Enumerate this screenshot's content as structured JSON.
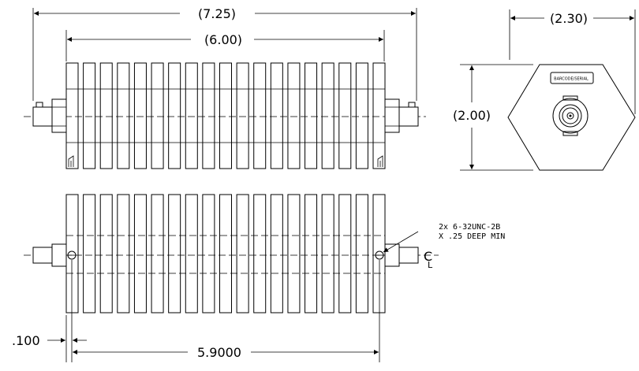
{
  "dimensions": {
    "overall_length": "(7.25)",
    "body_length": "(6.00)",
    "width": "(2.30)",
    "height": "(2.00)",
    "hole_offset": ".100",
    "hole_spacing": "5.9000"
  },
  "note": {
    "line1": "2x 6-32UNC-2B",
    "line2": "X .25 DEEP MIN"
  },
  "label": {
    "text": "BARCODE/SERIAL"
  },
  "centerline": {
    "c": "C",
    "l": "L"
  }
}
